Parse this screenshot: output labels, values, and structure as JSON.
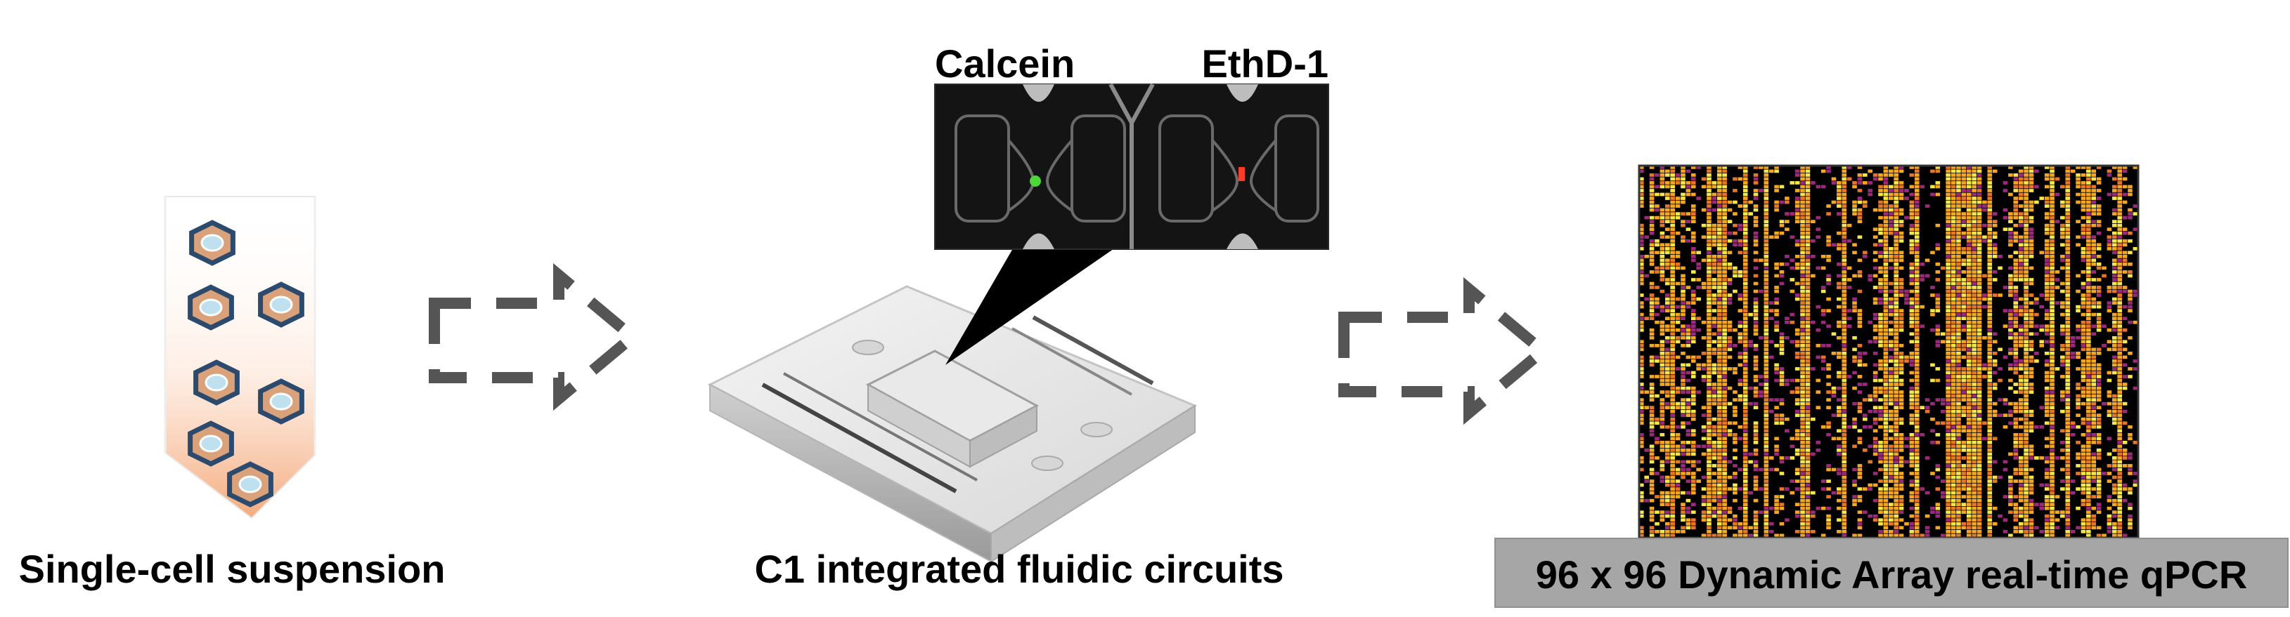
{
  "steps": {
    "suspension": {
      "label": "Single-cell suspension"
    },
    "chip": {
      "label": "C1 integrated fluidic circuits"
    },
    "qpcr": {
      "label": "96 x 96 Dynamic Array real-time qPCR"
    }
  },
  "stains": {
    "live": {
      "label": "Calcein",
      "color": "#6ab43a"
    },
    "dead": {
      "label": "EthD-1",
      "color": "#e8141b"
    }
  },
  "heatmap": {
    "rows": 96,
    "columns": 96
  },
  "colors": {
    "arrow": "#555555",
    "tube_fill": "#f6b48c",
    "cell_outline": "#2c4a6e",
    "cell_body": "#d9a27a",
    "nucleus": "#bfe0ee",
    "heat_low": "#000000",
    "heat_mid": "#9b2a7c",
    "heat_high": "#f5a623",
    "heat_max": "#f6e84a"
  }
}
